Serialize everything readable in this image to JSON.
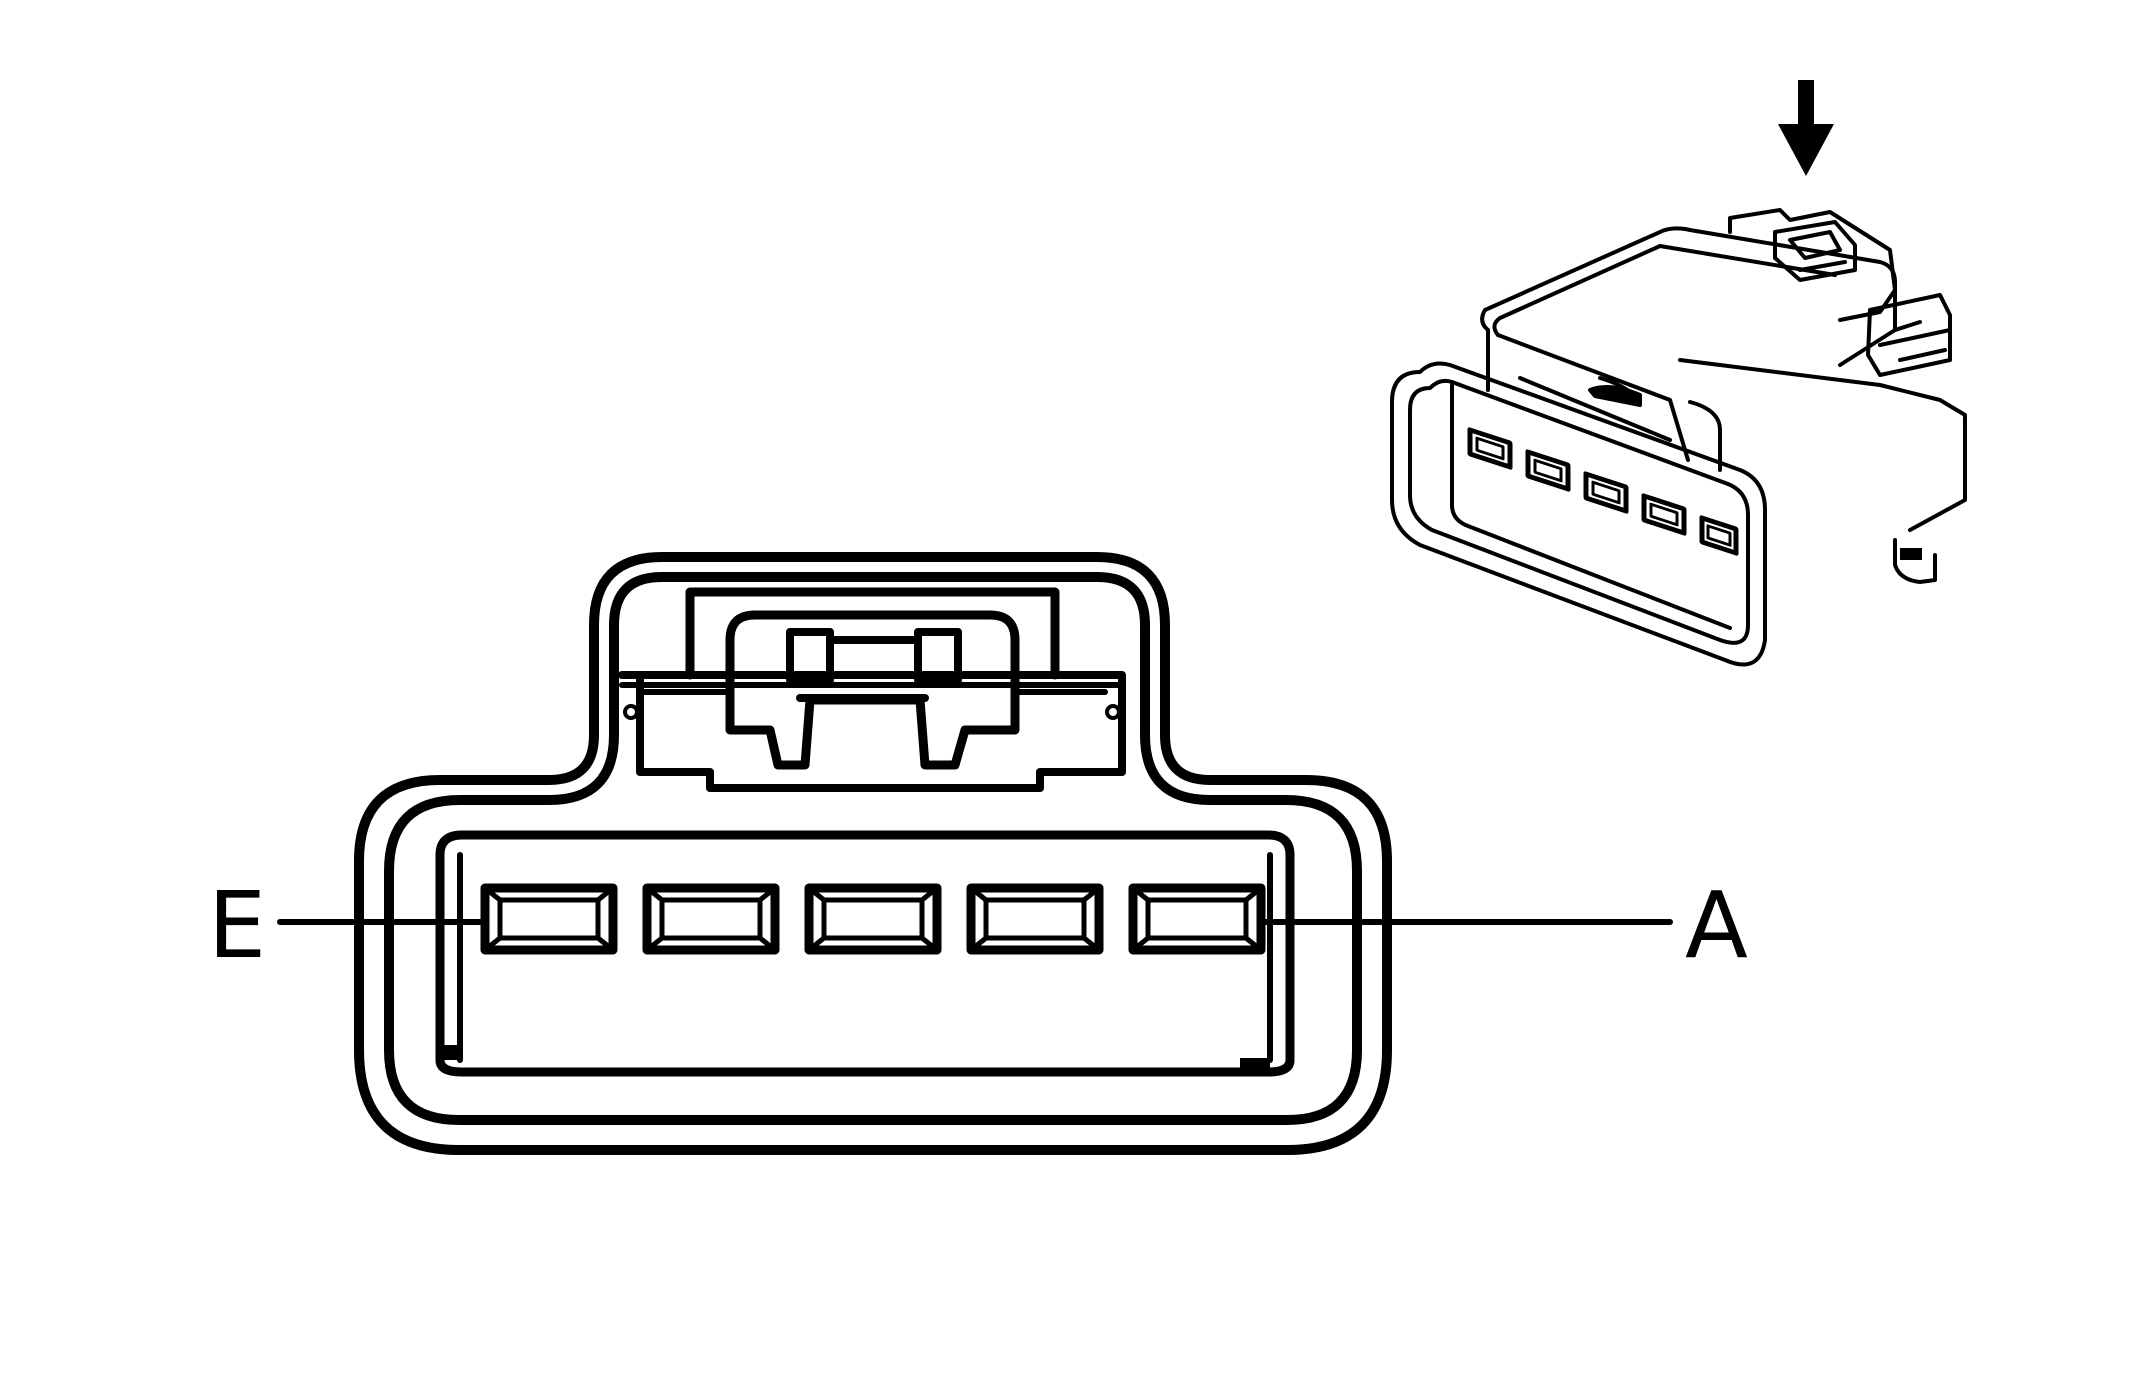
{
  "pin_labels": {
    "left": "E",
    "right": "A"
  },
  "pin_count": 5,
  "colors": {
    "line": "#000000",
    "background": "#ffffff"
  },
  "icons": {
    "view_arrow": "down-arrow-icon"
  }
}
